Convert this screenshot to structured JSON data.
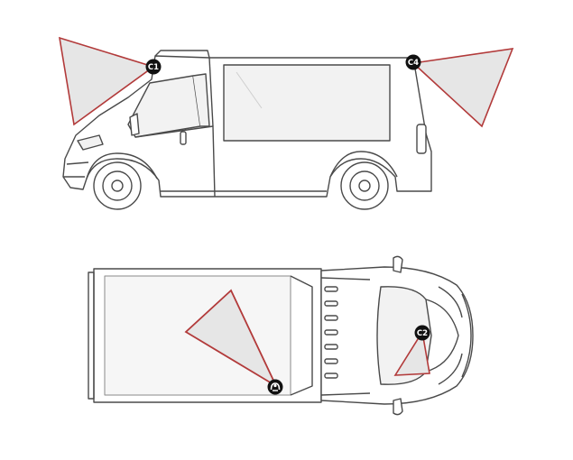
{
  "diagram": {
    "colors": {
      "line": "#4a4a4a",
      "cone_stroke": "#b23a3a",
      "cone_fill": "#e6e6e6",
      "badge_bg": "#111111",
      "badge_text": "#ffffff",
      "glass": "#f2f2f2"
    },
    "cameras": [
      {
        "id": "c1",
        "label": "C1",
        "view": "side",
        "icon": ""
      },
      {
        "id": "c4",
        "label": "C4",
        "view": "side",
        "icon": ""
      },
      {
        "id": "c2",
        "label": "C2",
        "view": "top",
        "icon": ""
      },
      {
        "id": "c3",
        "label": "",
        "view": "top",
        "icon": "driver-camera-icon"
      }
    ]
  }
}
